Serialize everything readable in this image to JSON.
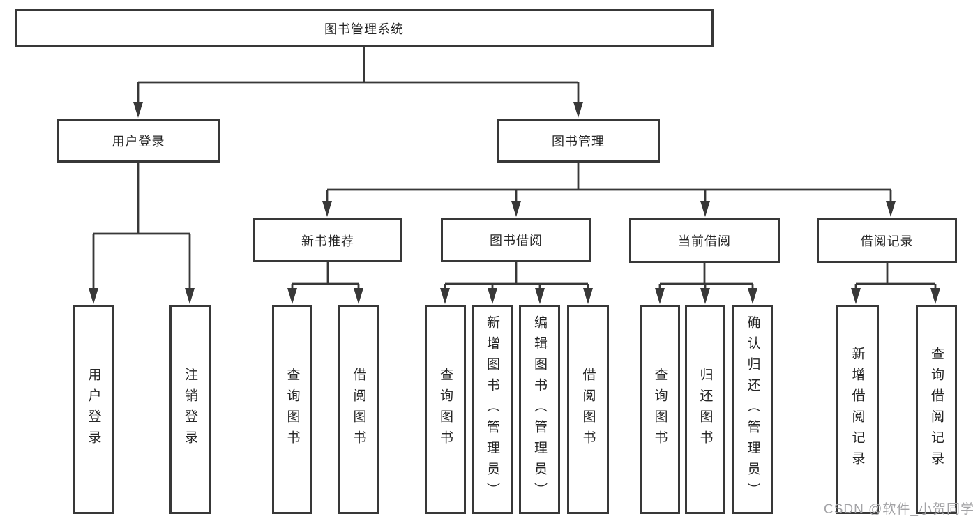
{
  "colors": {
    "background": "#ffffff",
    "line": "#383838",
    "box_border": "#383838",
    "text": "#262626",
    "watermark": "#a3a3a6"
  },
  "watermark": {
    "text": "CSDN @软件_小贺同学"
  },
  "tree": {
    "root": {
      "label": "图书管理系统",
      "children": [
        {
          "label": "用户登录",
          "children": [
            {
              "label": "用户登录"
            },
            {
              "label": "注销登录"
            }
          ]
        },
        {
          "label": "图书管理",
          "children": [
            {
              "label": "新书推荐",
              "children": [
                {
                  "label": "查询图书"
                },
                {
                  "label": "借阅图书"
                }
              ]
            },
            {
              "label": "图书借阅",
              "children": [
                {
                  "label": "查询图书"
                },
                {
                  "label": "新增图书（管理员）"
                },
                {
                  "label": "编辑图书（管理员）"
                },
                {
                  "label": "借阅图书"
                }
              ]
            },
            {
              "label": "当前借阅",
              "children": [
                {
                  "label": "查询图书"
                },
                {
                  "label": "归还图书"
                },
                {
                  "label": "确认归还（管理员）"
                }
              ]
            },
            {
              "label": "借阅记录",
              "children": [
                {
                  "label": "新增借阅记录"
                },
                {
                  "label": "查询借阅记录"
                }
              ]
            }
          ]
        }
      ]
    }
  }
}
